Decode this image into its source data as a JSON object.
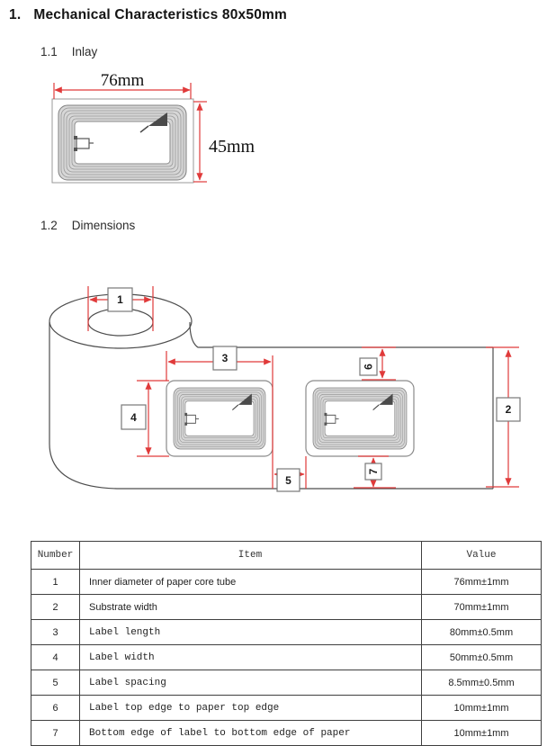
{
  "page": {
    "title_number": "1.",
    "title": "Mechanical Characteristics 80x50mm"
  },
  "sections": {
    "inlay": {
      "number": "1.1",
      "label": "Inlay"
    },
    "dimensions": {
      "number": "1.2",
      "label": "Dimensions"
    }
  },
  "inlay_diagram": {
    "width_label": "76mm",
    "height_label": "45mm"
  },
  "dimensions_diagram": {
    "markers": [
      "1",
      "2",
      "3",
      "4",
      "5",
      "6",
      "7"
    ]
  },
  "table": {
    "headers": [
      "Number",
      "Item",
      "Value"
    ],
    "rows": [
      {
        "number": "1",
        "item": "Inner diameter of paper core tube",
        "value": "76mm±1mm"
      },
      {
        "number": "2",
        "item": "Substrate width",
        "value": "70mm±1mm"
      },
      {
        "number": "3",
        "item": "Label length",
        "value": "80mm±0.5mm"
      },
      {
        "number": "4",
        "item": "Label width",
        "value": "50mm±0.5mm"
      },
      {
        "number": "5",
        "item": "Label spacing",
        "value": "8.5mm±0.5mm"
      },
      {
        "number": "6",
        "item": "Label top edge to paper top edge",
        "value": "10mm±1mm"
      },
      {
        "number": "7",
        "item": "Bottom edge of label to bottom edge of paper",
        "value": "10mm±1mm"
      }
    ]
  },
  "colors": {
    "dimension_red": "#e03a3a",
    "diagram_stroke": "#4d4d4d",
    "coil_fill": "#d7d7d7",
    "table_border": "#3f3f3f"
  }
}
